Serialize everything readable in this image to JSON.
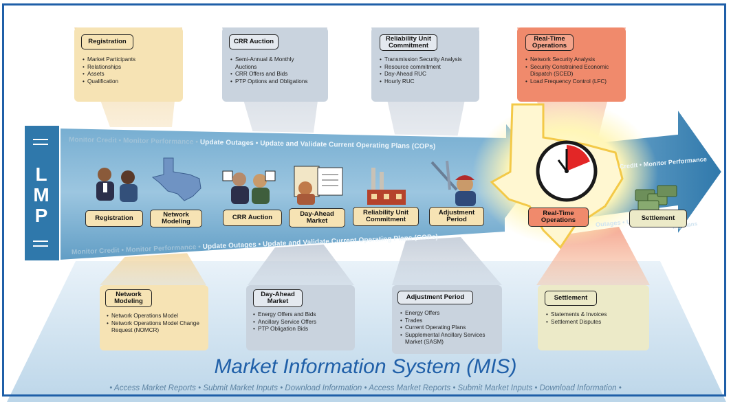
{
  "top_panels": [
    {
      "title": "Registration",
      "items": [
        "Market Participants",
        "Relationships",
        "Assets",
        "Qualification"
      ]
    },
    {
      "title": "CRR Auction",
      "items": [
        "Semi-Annual & Monthly Auctions",
        "CRR Offers and Bids",
        "PTP Options and Obligations"
      ]
    },
    {
      "title": "Reliability Unit Commitment",
      "items": [
        "Transmission Security Analysis",
        "Resource commitment",
        "Day-Ahead RUC",
        "Hourly RUC"
      ]
    },
    {
      "title": "Real-Time Operations",
      "items": [
        "Network Security Analysis",
        "Security Constrained Economic Dispatch (SCED)",
        "Load Frequency Control (LFC)"
      ]
    }
  ],
  "bottom_panels": [
    {
      "title": "Network Modeling",
      "items": [
        "Network Operations Model",
        "Network Operations Model Change Request (NOMCR)"
      ]
    },
    {
      "title": "Day-Ahead Market",
      "items": [
        "Energy Offers and Bids",
        "Ancillary Service Offers",
        "PTP Obligation Bids"
      ]
    },
    {
      "title": "Adjustment Period",
      "items": [
        "Energy Offers",
        "Trades",
        "Current Operating Plans",
        "Supplemental Ancillary Services Market (SASM)"
      ]
    },
    {
      "title": "Settlement",
      "items": [
        "Statements & Invoices",
        "Settlement Disputes"
      ]
    }
  ],
  "steps": [
    "Registration",
    "Network Modeling",
    "CRR Auction",
    "Day-Ahead Market",
    "Reliability Unit Commitment",
    "Adjustment Period",
    "Real-Time Operations",
    "Settlement"
  ],
  "band": {
    "top_line": {
      "dim": "Monitor Credit • Monitor Performance • ",
      "bright": "Update Outages • Update and Validate Current Operating Plans (COPs)"
    },
    "bottom_line": {
      "dim": "Monitor Credit • Monitor Performance • ",
      "bright": "Update Outages • Update and Validate Current Operating Plans (COPs)"
    },
    "right_top": "• Credit • Monitor Performance",
    "right_bottom_a": "Outages • Up",
    "right_bottom_b": "ing Plans"
  },
  "lmp": {
    "letters": [
      "L",
      "M",
      "P"
    ]
  },
  "mis": {
    "title": "Market Information System (MIS)",
    "subtitle": "• Access Market Reports • Submit Market Inputs • Download Information • Access Market Reports • Submit Market Inputs • Download Information •"
  },
  "icons": [
    "people-icon",
    "texas-map-icon",
    "bidders-icon",
    "calendar-icon",
    "power-plant-icon",
    "worker-tools-icon",
    "clock-icon",
    "money-stack-icon"
  ],
  "colors": {
    "frame": "#1f5fa8",
    "arrow": "#5b9cc4",
    "tan_panel": "#f6e3b4",
    "gray_panel": "#c9d3de",
    "red_panel": "#f08a6c",
    "green_panel": "#eceac8",
    "mis_text": "#1f5fa8"
  }
}
